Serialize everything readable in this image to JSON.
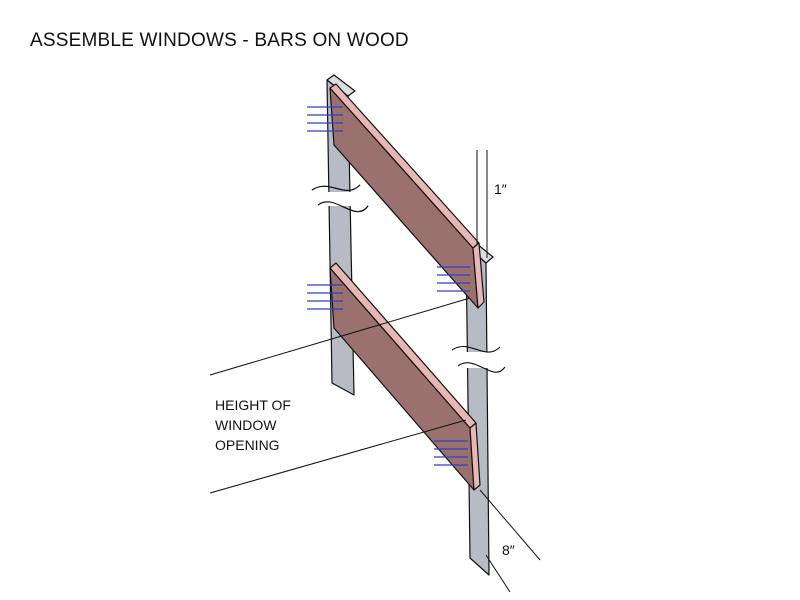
{
  "title": "ASSEMBLE WINDOWS - BARS ON WOOD",
  "labels": {
    "height_line1": "HEIGHT OF",
    "height_line2": "WINDOW",
    "height_line3": "OPENING",
    "dim_top": "1″",
    "dim_bottom": "8″"
  },
  "colors": {
    "upright_front": "#b8bbc4",
    "upright_side": "#dcdde3",
    "bar_face": "#9b7170",
    "bar_edge": "#e7b7b4",
    "nail": "#2f3fc8",
    "stroke": "#111111"
  }
}
